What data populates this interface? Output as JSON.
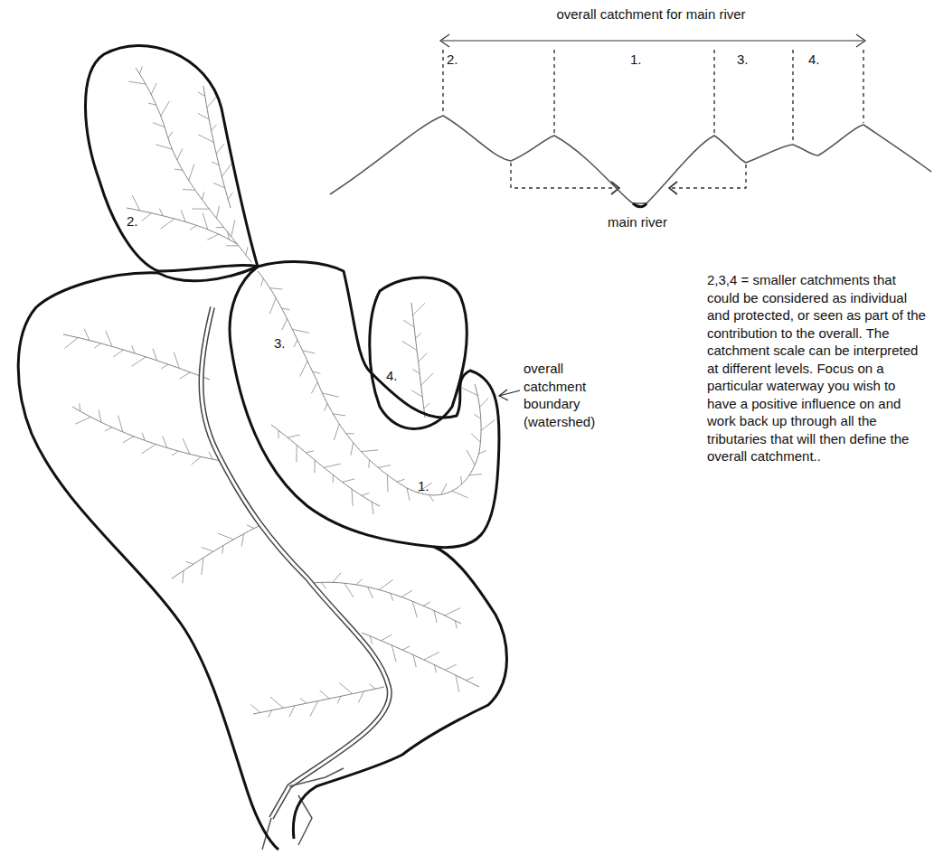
{
  "diagram": {
    "labels": [
      "overall catchment for main river",
      "2.",
      "1.",
      "3.",
      "4.",
      "main river",
      "2.",
      "3.",
      "4.",
      "1.",
      "overall catchment boundary (watershed)",
      "2,3,4 = smaller catchments that could be considered as individual and protected, or seen as part of the contribution to the overall. The catchment scale can be interpreted at different levels. Focus on a particular waterway you wish to have a positive influence on and work back up through all the tributaries that will then define the overall catchment.."
    ]
  }
}
